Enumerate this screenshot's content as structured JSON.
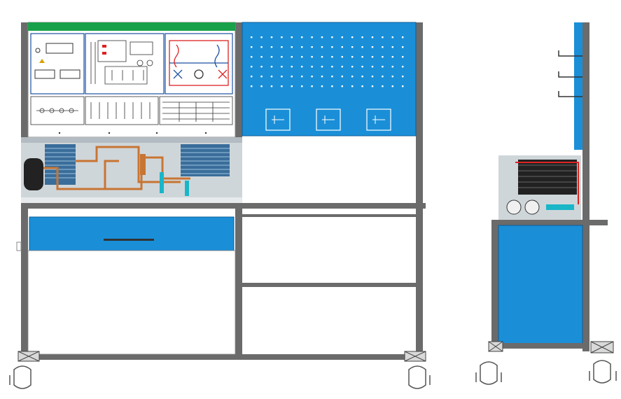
{
  "drawing": {
    "views": [
      "front-view",
      "side-view"
    ],
    "colors": {
      "frame": "#6b6b6b",
      "frame_dark": "#4d4d4d",
      "panel_blue": "#1a8fd8",
      "panel_border": "#0d5c99",
      "header_green": "#19a04a",
      "pegboard_hole": "#ffffff",
      "copper": "#c87533",
      "coil": "#3a6d9a",
      "caster": "#555555",
      "board_bg": "#ffffff",
      "glass": "#cfd6da"
    },
    "front": {
      "pegboard": {
        "hole_cols": 16,
        "hole_rows": 6
      },
      "pegboard_sockets": 3,
      "diagram_panels": 3,
      "bottom_switch_rows": 2,
      "drawer": 1,
      "shelves": 2
    },
    "side": {
      "hooks": 3,
      "drawer": 1
    }
  }
}
